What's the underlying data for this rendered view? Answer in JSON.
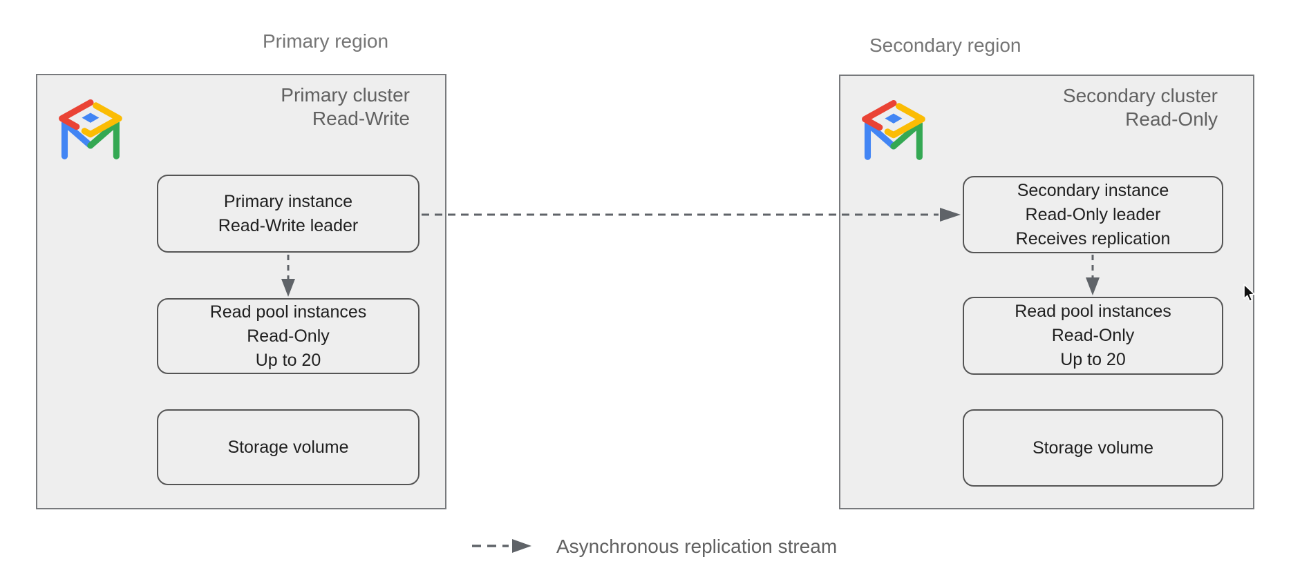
{
  "regions": [
    {
      "label": "Primary region",
      "cluster_title": [
        "Primary cluster",
        "Read-Write"
      ],
      "boxes": [
        {
          "lines": [
            "Primary instance",
            "Read-Write leader"
          ]
        },
        {
          "lines": [
            "Read pool instances",
            "Read-Only",
            "Up to 20"
          ]
        },
        {
          "lines": [
            "Storage volume"
          ]
        }
      ]
    },
    {
      "label": "Secondary region",
      "cluster_title": [
        "Secondary cluster",
        "Read-Only"
      ],
      "boxes": [
        {
          "lines": [
            "Secondary instance",
            "Read-Only leader",
            "Receives replication"
          ]
        },
        {
          "lines": [
            "Read pool instances",
            "Read-Only",
            "Up to 20"
          ]
        },
        {
          "lines": [
            "Storage volume"
          ]
        }
      ]
    }
  ],
  "legend": {
    "label": "Asynchronous replication stream"
  },
  "icons": {
    "cluster_icon": "alloydb-logo-icon"
  },
  "colors": {
    "cluster_fill": "#eeeeee",
    "cluster_border": "#77797c",
    "box_border": "#545454",
    "arrow": "#5f6368",
    "label_gray": "#757575",
    "title_gray": "#616161",
    "logo_red": "#EA4335",
    "logo_yellow": "#FBBC04",
    "logo_green": "#34A853",
    "logo_blue": "#4285F4"
  }
}
